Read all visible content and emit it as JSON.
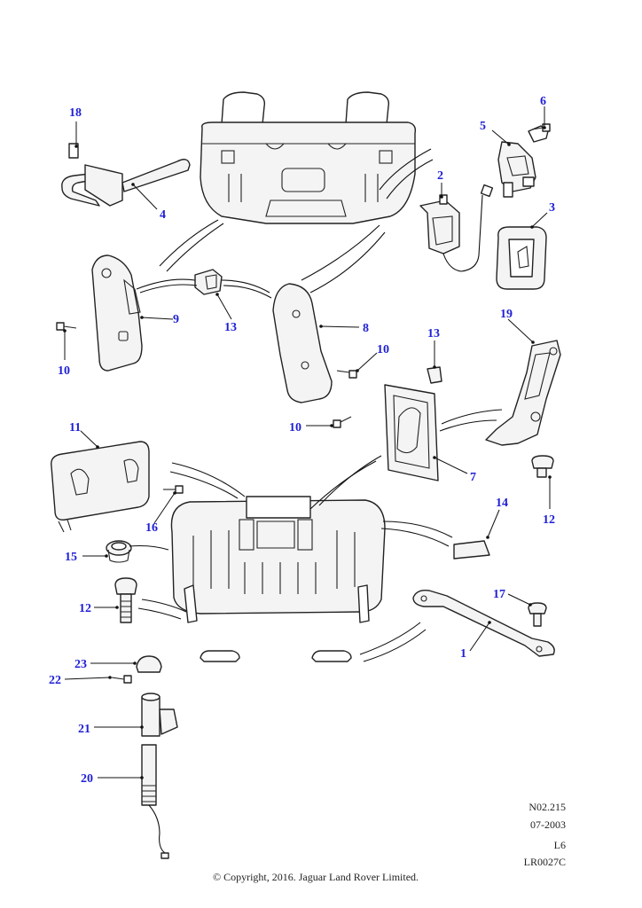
{
  "callouts": [
    {
      "id": "1",
      "text": "1"
    },
    {
      "id": "2",
      "text": "2"
    },
    {
      "id": "3",
      "text": "3"
    },
    {
      "id": "4",
      "text": "4"
    },
    {
      "id": "5",
      "text": "5"
    },
    {
      "id": "6",
      "text": "6"
    },
    {
      "id": "7",
      "text": "7"
    },
    {
      "id": "8",
      "text": "8"
    },
    {
      "id": "9",
      "text": "9"
    },
    {
      "id": "10a",
      "text": "10"
    },
    {
      "id": "10b",
      "text": "10"
    },
    {
      "id": "10c",
      "text": "10"
    },
    {
      "id": "11",
      "text": "11"
    },
    {
      "id": "12a",
      "text": "12"
    },
    {
      "id": "12b",
      "text": "12"
    },
    {
      "id": "13a",
      "text": "13"
    },
    {
      "id": "13b",
      "text": "13"
    },
    {
      "id": "14",
      "text": "14"
    },
    {
      "id": "15",
      "text": "15"
    },
    {
      "id": "16",
      "text": "16"
    },
    {
      "id": "17",
      "text": "17"
    },
    {
      "id": "18",
      "text": "18"
    },
    {
      "id": "19",
      "text": "19"
    },
    {
      "id": "20",
      "text": "20"
    },
    {
      "id": "21",
      "text": "21"
    },
    {
      "id": "22",
      "text": "22"
    },
    {
      "id": "23",
      "text": "23"
    }
  ],
  "meta": {
    "drawing_no": "N02.215",
    "date": "07-2003",
    "variant": "L6",
    "ref": "LR0027C"
  },
  "copyright": "© Copyright, 2016. Jaguar Land Rover Limited."
}
